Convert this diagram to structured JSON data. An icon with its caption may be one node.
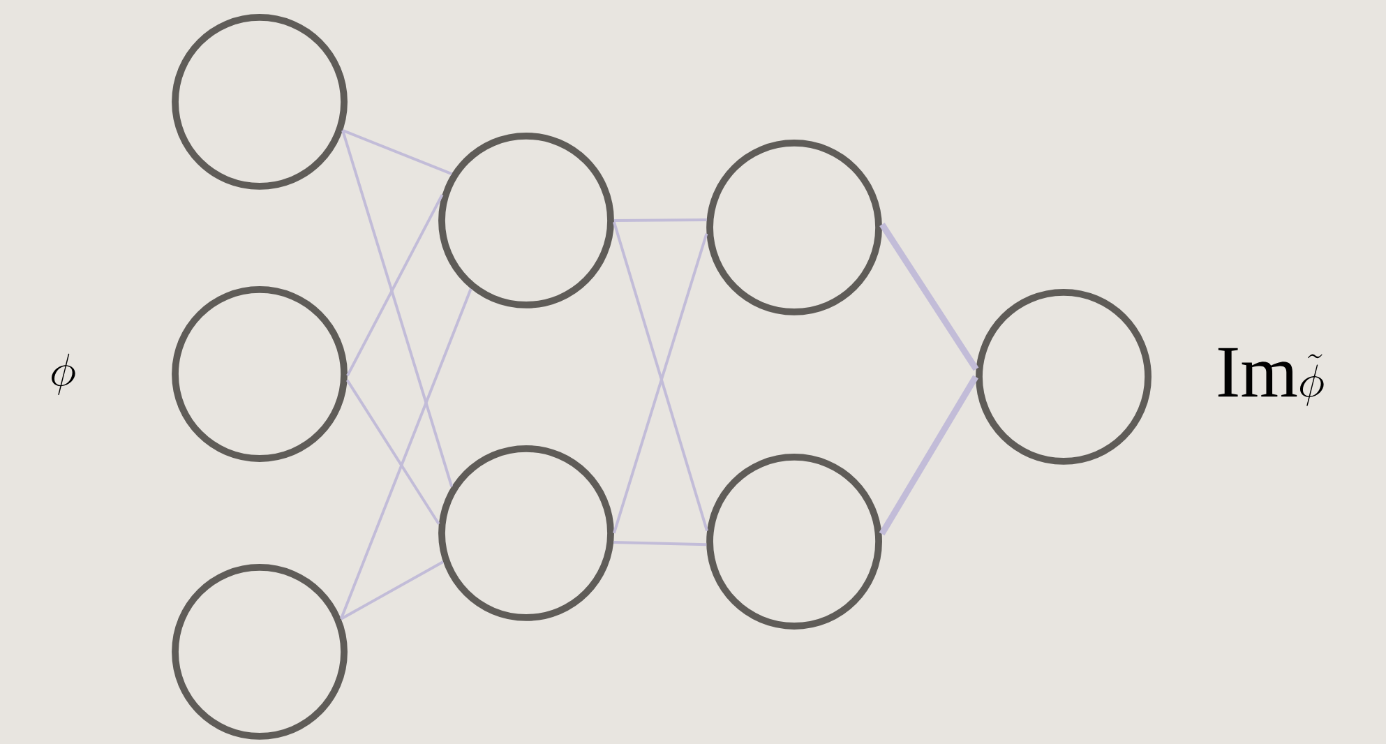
{
  "diagram": {
    "nodes": [
      {
        "text": [],
        "shape": "circle"
      },
      {
        "text": [],
        "shape": "circle"
      },
      {
        "text": [],
        "shape": "circle"
      },
      {
        "text": [],
        "shape": "circle"
      },
      {
        "text": [],
        "shape": "circle"
      },
      {
        "text": [],
        "shape": "circle"
      },
      {
        "text": [],
        "shape": "circle"
      },
      {
        "text": [],
        "shape": "circle"
      }
    ],
    "edges": [
      {
        "from": 0,
        "to": 3,
        "arrow": "none"
      },
      {
        "from": 0,
        "to": 4,
        "arrow": "none"
      },
      {
        "from": 1,
        "to": 3,
        "arrow": "none"
      },
      {
        "from": 1,
        "to": 4,
        "arrow": "none"
      },
      {
        "from": 2,
        "to": 3,
        "arrow": "none"
      },
      {
        "from": 2,
        "to": 4,
        "arrow": "none"
      },
      {
        "from": 3,
        "to": 5,
        "arrow": "none"
      },
      {
        "from": 3,
        "to": 6,
        "arrow": "none"
      },
      {
        "from": 4,
        "to": 5,
        "arrow": "none"
      },
      {
        "from": 4,
        "to": 6,
        "arrow": "none"
      },
      {
        "from": 5,
        "to": 7,
        "arrow": "none",
        "style": "thick"
      },
      {
        "from": 6,
        "to": 7,
        "arrow": "none",
        "style": "thick"
      }
    ],
    "labels": [
      "\\phi",
      "\\mathrm{Im}\\tilde{\\phi}"
    ]
  }
}
